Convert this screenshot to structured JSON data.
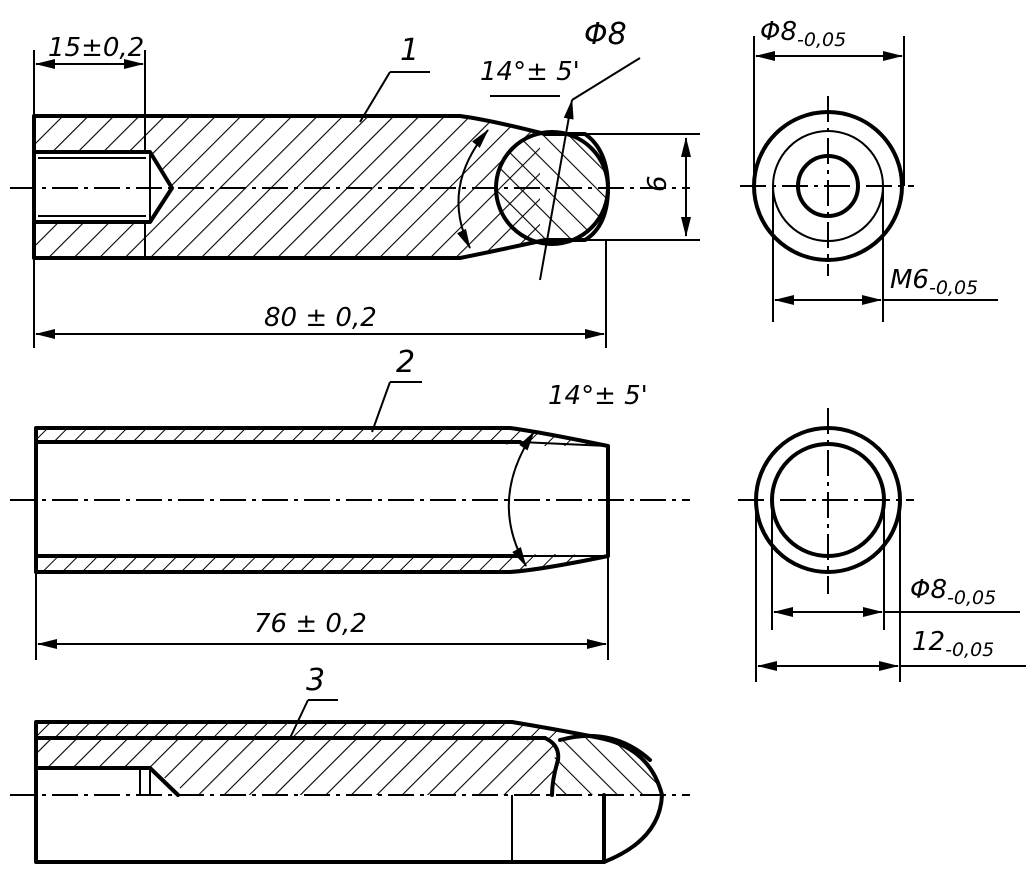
{
  "part_labels": {
    "p1": "1",
    "p2": "2",
    "p3": "3"
  },
  "dimensions": {
    "d_15": "15±0,2",
    "d_80": "80 ± 0,2",
    "d_76": "76 ± 0,2",
    "d_6": "6",
    "d_phi8": "Φ8",
    "d_angle_top": "14°± 5'",
    "d_angle_mid": "14°± 5'",
    "d_end_top_main": "Φ8",
    "d_end_top_sub": "-0,05",
    "d_end_m6_main": "M6",
    "d_end_m6_sub": "-0,05",
    "d_end_phi8_main": "Φ8",
    "d_end_phi8_sub": "-0,05",
    "d_end_12_main": "12",
    "d_end_12_sub": "-0,05"
  }
}
